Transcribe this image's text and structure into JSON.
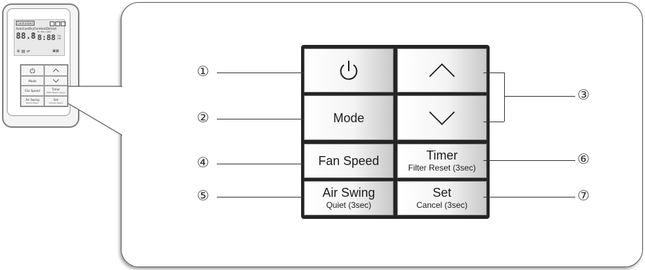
{
  "thumbnail": {
    "lcd": {
      "centralized_label": "Centralized",
      "modes": [
        "Auto",
        "Cool",
        "Dry",
        "Fan",
        "Heat",
        "Defrost"
      ],
      "temp_digits": "88.8",
      "time_digits": "8:88",
      "time_labels": [
        "Hr.",
        "Min.",
        "Later",
        "On",
        "Off"
      ],
      "unit_labels": [
        "°C",
        "°F"
      ]
    },
    "keys": [
      {
        "label": "",
        "icon": "power-icon"
      },
      {
        "label": "",
        "icon": "chevron-up-icon"
      },
      {
        "label": "Mode"
      },
      {
        "label": "",
        "icon": "chevron-down-icon"
      },
      {
        "label": "Fan Speed"
      },
      {
        "label": "Timer",
        "sub": "Filter Reset (3sec)"
      },
      {
        "label": "Air Swing",
        "sub": "Quiet (3sec)"
      },
      {
        "label": "Set",
        "sub": "Cancel (3sec)"
      }
    ]
  },
  "panel": {
    "keys": {
      "power": {
        "icon": "power-icon"
      },
      "mode": {
        "label": "Mode"
      },
      "up": {
        "icon": "chevron-up-icon"
      },
      "down": {
        "icon": "chevron-down-icon"
      },
      "fan_speed": {
        "label": "Fan Speed"
      },
      "timer": {
        "label": "Timer",
        "sub": "Filter Reset (3sec)"
      },
      "air_swing": {
        "label": "Air Swing",
        "sub": "Quiet (3sec)"
      },
      "set": {
        "label": "Set",
        "sub": "Cancel (3sec)"
      }
    },
    "callouts": {
      "c1": "①",
      "c2": "②",
      "c3": "③",
      "c4": "④",
      "c5": "⑤",
      "c6": "⑥",
      "c7": "⑦"
    }
  },
  "colors": {
    "keypad_frame": "#242424",
    "key_light": "#ffffff",
    "key_shade": "#c9c9c9",
    "outline": "#555555"
  }
}
